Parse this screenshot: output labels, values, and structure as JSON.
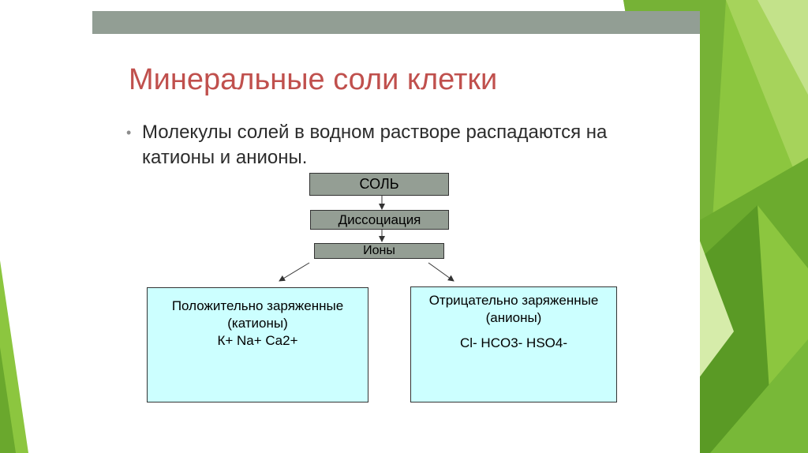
{
  "slide": {
    "title": "Минеральные соли клетки",
    "bullet": "Молекулы солей в водном растворе распадаются на катионы и анионы."
  },
  "diagram": {
    "salt": "СОЛЬ",
    "dissociation": "Диссоциация",
    "ions": "Ионы",
    "cations": {
      "line1": "Положительно заряженные",
      "line2": "(катионы)",
      "line3": "К+ Na+  Ca2+"
    },
    "anions": {
      "line1": "Отрицательно заряженные",
      "line2": "(анионы)",
      "line3": "Cl-  HCO3-  HSO4-"
    }
  },
  "colors": {
    "title": "#c0504d",
    "topbar": "#929e94",
    "box_gray": "#949e94",
    "box_cyan": "#ccffff"
  }
}
